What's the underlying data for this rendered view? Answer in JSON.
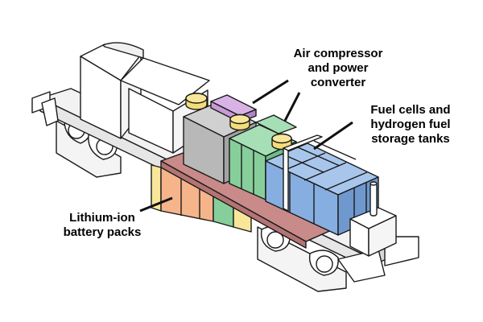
{
  "labels": {
    "air_compressor": [
      "Air compressor",
      "and power",
      "converter"
    ],
    "fuel_cells": [
      "Fuel cells and",
      "hydrogen fuel",
      "storage tanks"
    ],
    "battery": [
      "Lithium-ion",
      "battery packs"
    ]
  },
  "colors": {
    "outline": "#1a1a1a",
    "body_white": "#ffffff",
    "frame_grey": "#f2f2f2",
    "deck_red": "#c98a8a",
    "gray_unit": "#b8b8b8",
    "purple_unit": "#c79bd6",
    "green_unit": "#86cf9b",
    "blue_tanks": "#86aee0",
    "yellow_caps": "#f4dc78",
    "orange_battery": "#f6b48a",
    "yellow_battery": "#f8e79a"
  }
}
